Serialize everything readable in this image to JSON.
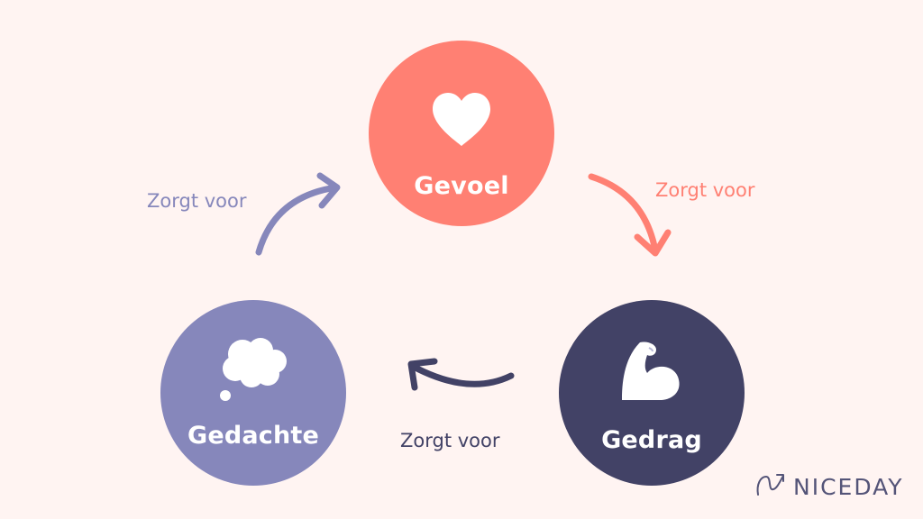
{
  "diagram": {
    "type": "cycle",
    "nodes": [
      {
        "id": "gevoel",
        "label": "Gevoel",
        "icon": "heart-icon",
        "color": "#ff8073"
      },
      {
        "id": "gedrag",
        "label": "Gedrag",
        "icon": "flexed-bicep-icon",
        "color": "#424266"
      },
      {
        "id": "gedachte",
        "label": "Gedachte",
        "icon": "thought-bubble-icon",
        "color": "#8687bb"
      }
    ],
    "edges": [
      {
        "from": "gevoel",
        "to": "gedrag",
        "label": "Zorgt voor",
        "color": "#ff8073"
      },
      {
        "from": "gedrag",
        "to": "gedachte",
        "label": "Zorgt voor",
        "color": "#424266"
      },
      {
        "from": "gedachte",
        "to": "gevoel",
        "label": "Zorgt voor",
        "color": "#8687bb"
      }
    ]
  },
  "brand": {
    "name": "NICEDAY",
    "icon": "trend-arrow-icon"
  },
  "colors": {
    "background": "#fff4f2"
  }
}
